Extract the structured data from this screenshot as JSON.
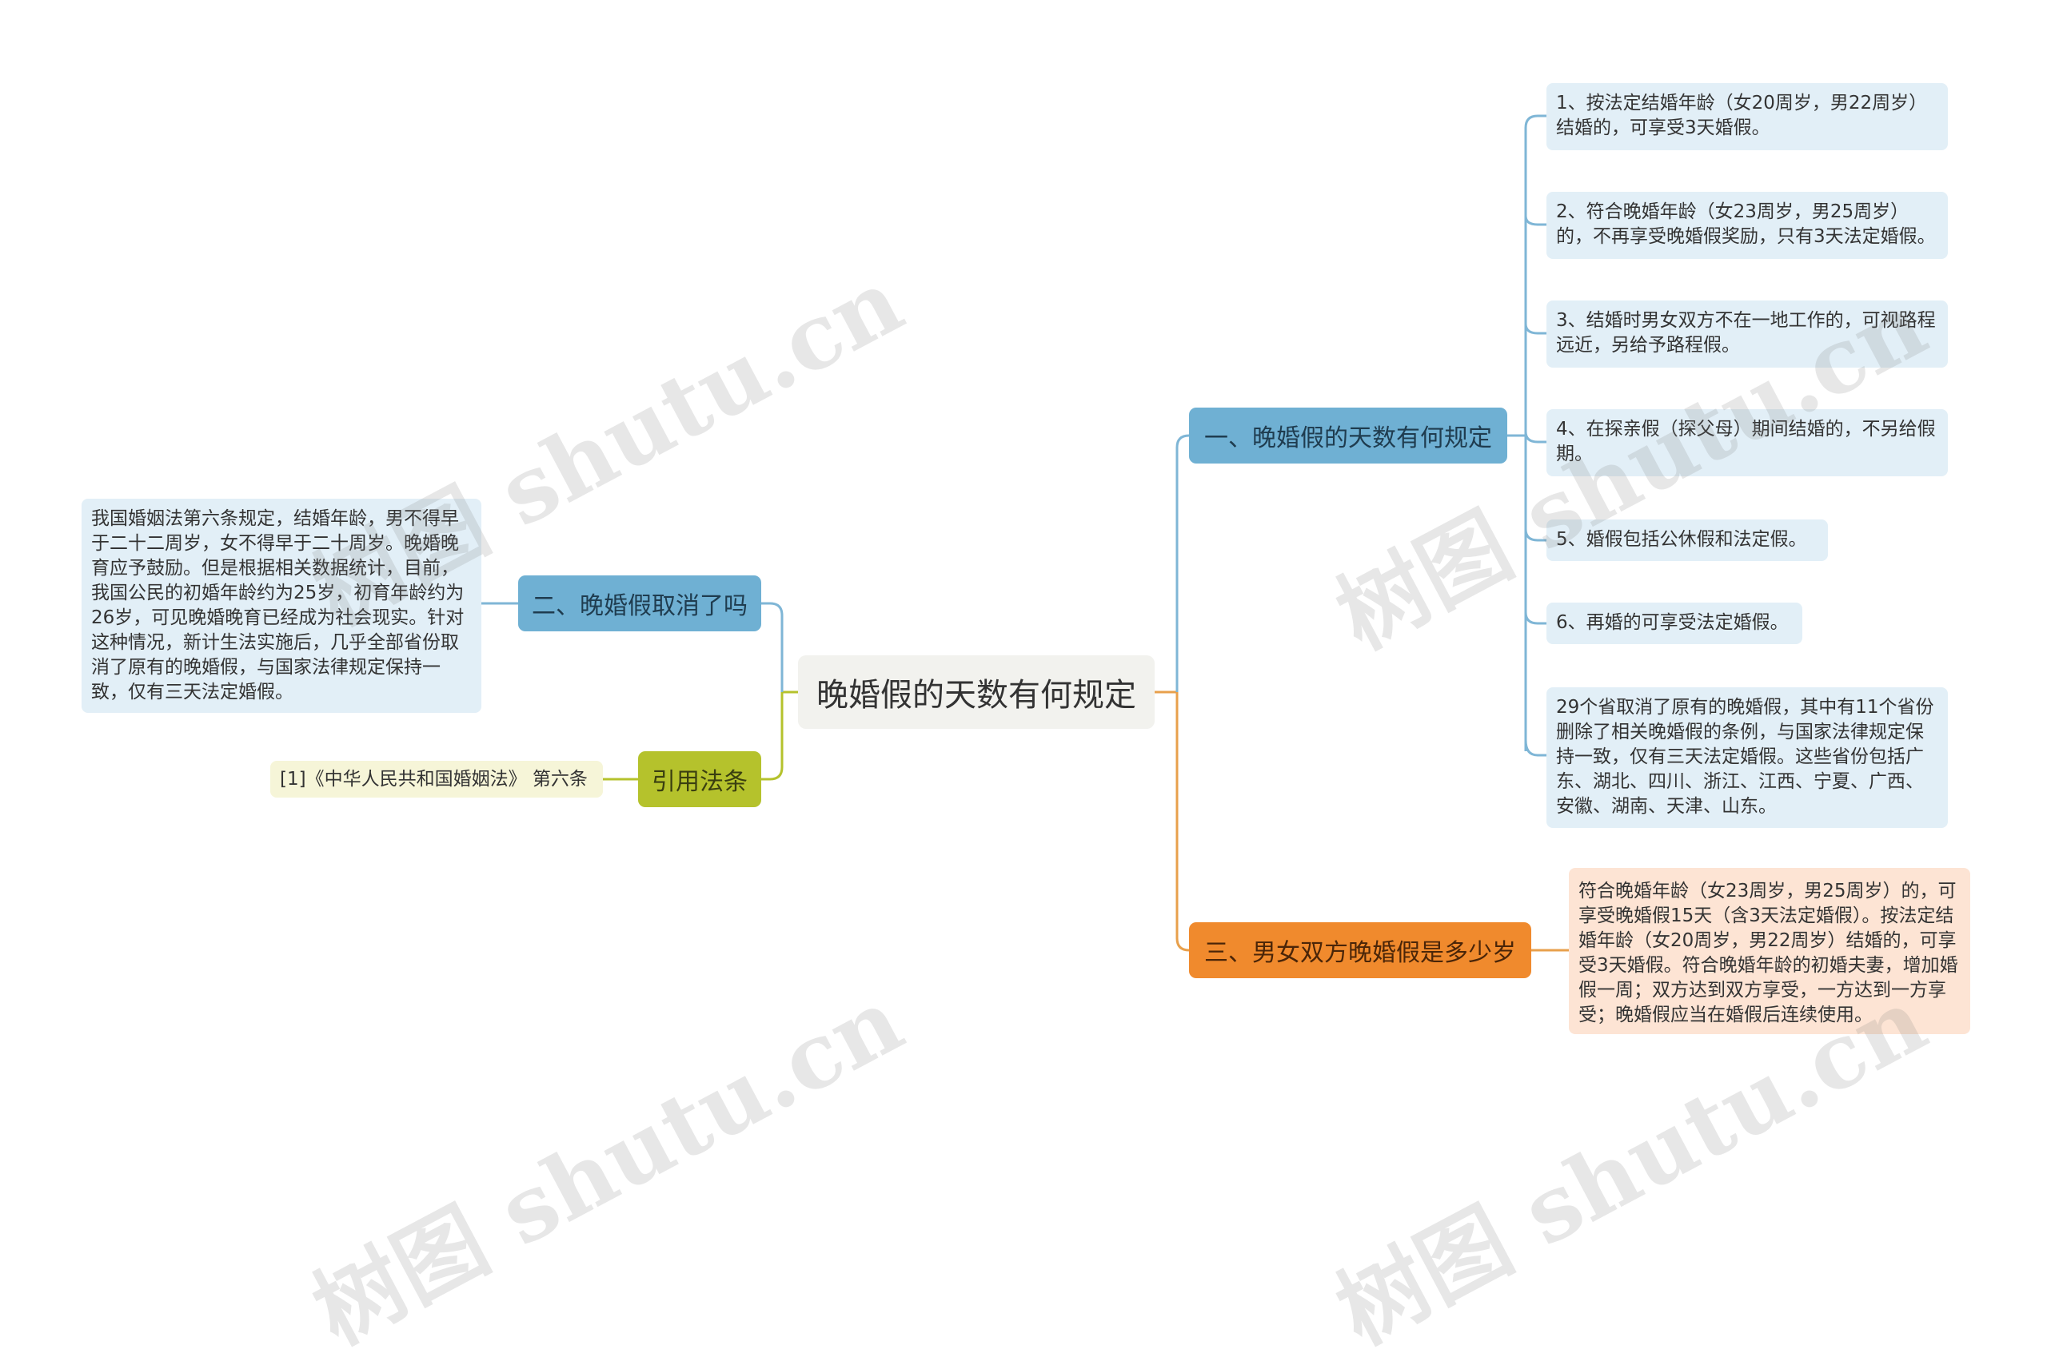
{
  "root": {
    "title": "晚婚假的天数有何规定"
  },
  "branches": {
    "b1": {
      "label": "一、晚婚假的天数有何规定"
    },
    "b2": {
      "label": "二、晚婚假取消了吗"
    },
    "b3": {
      "label": "引用法条"
    },
    "b4": {
      "label": "三、男女双方晚婚假是多少岁"
    }
  },
  "leaves": {
    "b1": [
      "1、按法定结婚年龄（女20周岁，男22周岁）结婚的，可享受3天婚假。",
      "2、符合晚婚年龄（女23周岁，男25周岁）的，不再享受晚婚假奖励，只有3天法定婚假。",
      "3、结婚时男女双方不在一地工作的，可视路程远近，另给予路程假。",
      "4、在探亲假（探父母）期间结婚的，不另给假期。",
      "5、婚假包括公休假和法定假。",
      "6、再婚的可享受法定婚假。",
      "29个省取消了原有的晚婚假，其中有11个省份删除了相关晚婚假的条例，与国家法律规定保持一致，仅有三天法定婚假。这些省份包括广东、湖北、四川、浙江、江西、宁夏、广西、安徽、湖南、天津、山东。"
    ],
    "b2": "我国婚姻法第六条规定，结婚年龄，男不得早于二十二周岁，女不得早于二十周岁。晚婚晚育应予鼓励。但是根据相关数据统计，目前，我国公民的初婚年龄约为25岁，初育年龄约为26岁，可见晚婚晚育已经成为社会现实。针对这种情况，新计生法实施后，几乎全部省份取消了原有的晚婚假，与国家法律规定保持一致，仅有三天法定婚假。",
    "b3": "[1]《中华人民共和国婚姻法》 第六条",
    "b4": "符合晚婚年龄（女23周岁，男25周岁）的，可享受晚婚假15天（含3天法定婚假）。按法定结婚年龄（女20周岁，男22周岁）结婚的，可享受3天婚假。符合晚婚年龄的初婚夫妻，增加婚假一周；双方达到双方享受，一方达到一方享受；晚婚假应当在婚假后连续使用。"
  },
  "watermark": "树图 shutu.cn",
  "colors": {
    "blue_branch": "#6fb0d3",
    "yellow_branch": "#b5c22c",
    "orange_branch": "#f08a2d",
    "root_bg": "#f2f2ee"
  }
}
